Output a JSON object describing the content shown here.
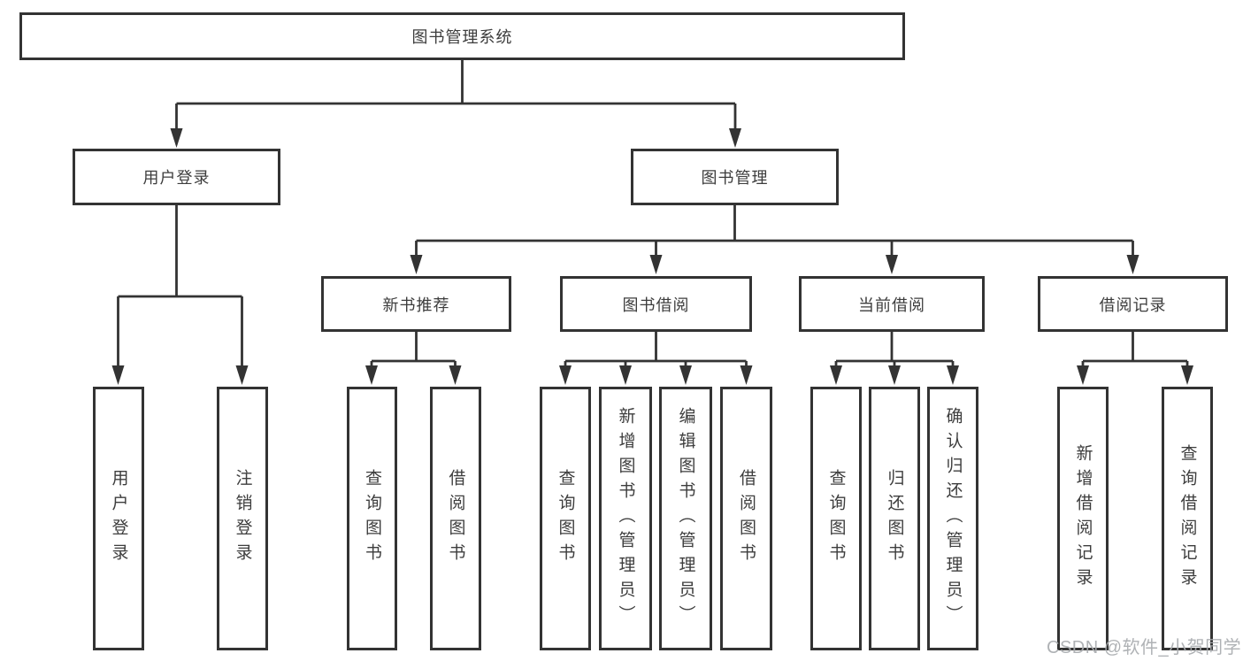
{
  "nodes": {
    "root": "图书管理系统",
    "level2": [
      "用户登录",
      "图书管理"
    ],
    "level3": [
      "新书推荐",
      "图书借阅",
      "当前借阅",
      "借阅记录"
    ],
    "leaves": {
      "user_login": [
        "用户登录",
        "注销登录"
      ],
      "new_book": [
        "查询图书",
        "借阅图书"
      ],
      "book_borrow": [
        "查询图书",
        "新增图书（管理员）",
        "编辑图书（管理员）",
        "借阅图书"
      ],
      "current_borrow": [
        "查询图书",
        "归还图书",
        "确认归还（管理员）"
      ],
      "borrow_record": [
        "新增借阅记录",
        "查询借阅记录"
      ]
    }
  },
  "structure": {
    "图书管理系统": {
      "用户登录": [
        "用户登录",
        "注销登录"
      ],
      "图书管理": {
        "新书推荐": [
          "查询图书",
          "借阅图书"
        ],
        "图书借阅": [
          "查询图书",
          "新增图书（管理员）",
          "编辑图书（管理员）",
          "借阅图书"
        ],
        "当前借阅": [
          "查询图书",
          "归还图书",
          "确认归还（管理员）"
        ],
        "借阅记录": [
          "新增借阅记录",
          "查询借阅记录"
        ]
      }
    }
  },
  "watermark": "CSDN @软件_小贺同学",
  "colors": {
    "line": "#333333",
    "text": "#3d3d3d",
    "watermark": "#a8abaf",
    "background": "#ffffff"
  }
}
